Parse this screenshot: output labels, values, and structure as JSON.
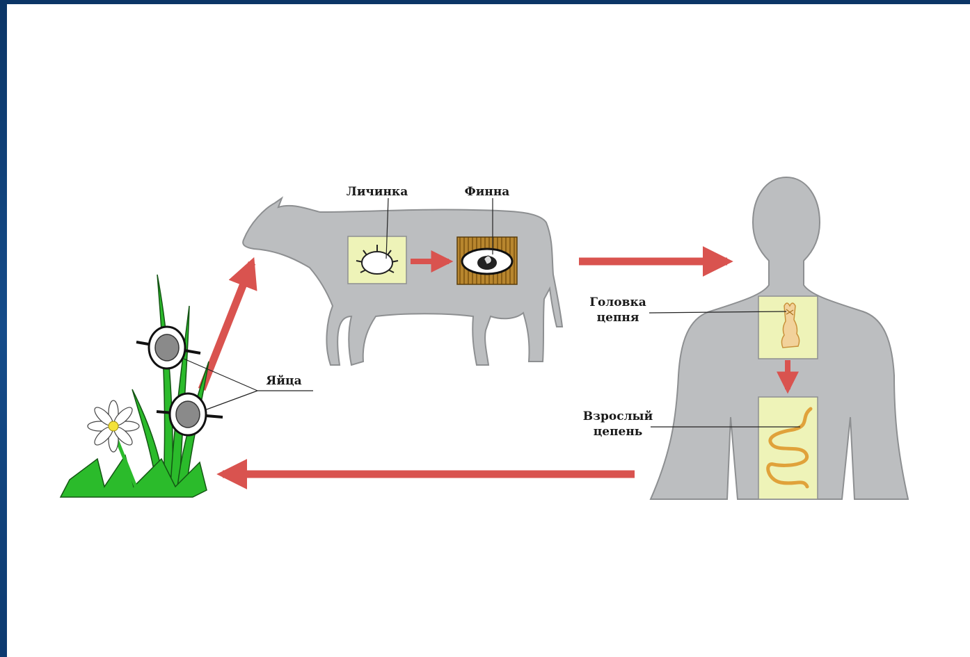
{
  "labels": {
    "larva": "Личинка",
    "finna": "Финна",
    "eggs": "Яйца",
    "head_line1": "Головка",
    "head_line2": "цепня",
    "adult_line1": "Взрослый",
    "adult_line2": "цепень"
  },
  "colors": {
    "arrow": "#d9534f",
    "silhouette": "#bcbec0",
    "panel": "#eef3b8",
    "finna_bg": "#b8862e",
    "leaf": "#2bbb2b",
    "frame": "#0e3a6e"
  }
}
